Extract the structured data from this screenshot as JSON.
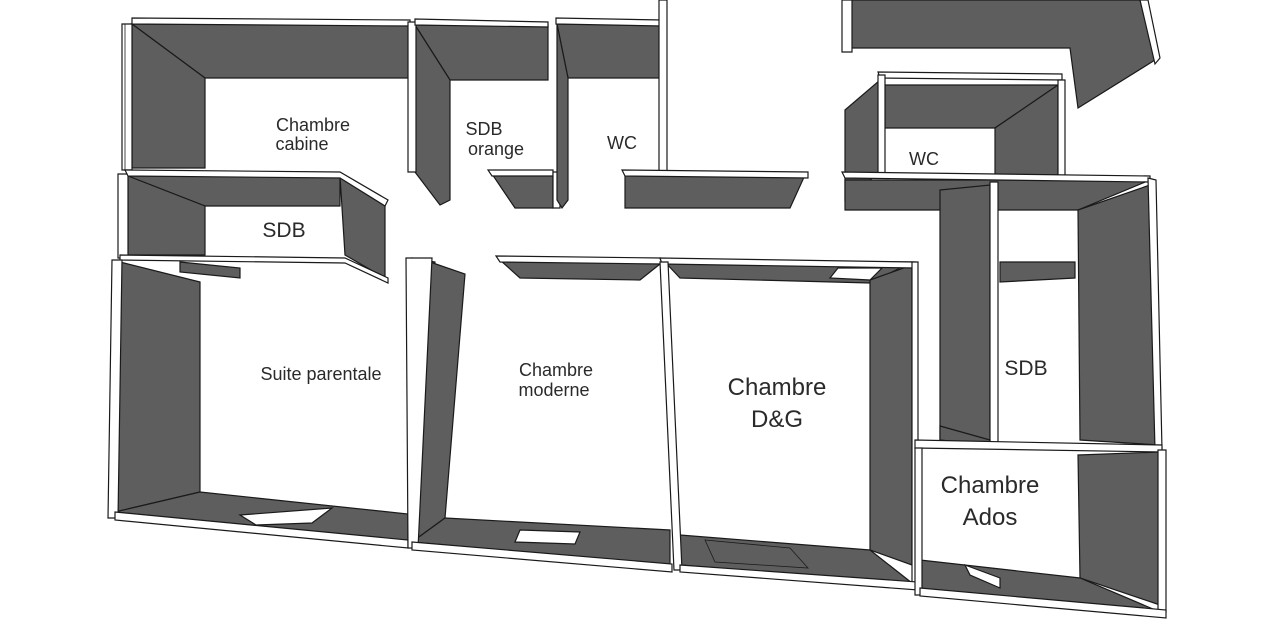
{
  "rooms": {
    "chambre_cabine": [
      "Chambre",
      "cabine"
    ],
    "sdb_orange": [
      "SDB",
      "orange"
    ],
    "wc_left": [
      "WC"
    ],
    "wc_right": [
      "WC"
    ],
    "sdb_left": [
      "SDB"
    ],
    "suite_parentale": [
      "Suite parentale"
    ],
    "chambre_moderne": [
      "Chambre",
      "moderne"
    ],
    "chambre_dg": [
      "Chambre",
      "D&G"
    ],
    "sdb_right": [
      "SDB"
    ],
    "chambre_ados": [
      "Chambre",
      "Ados"
    ]
  }
}
